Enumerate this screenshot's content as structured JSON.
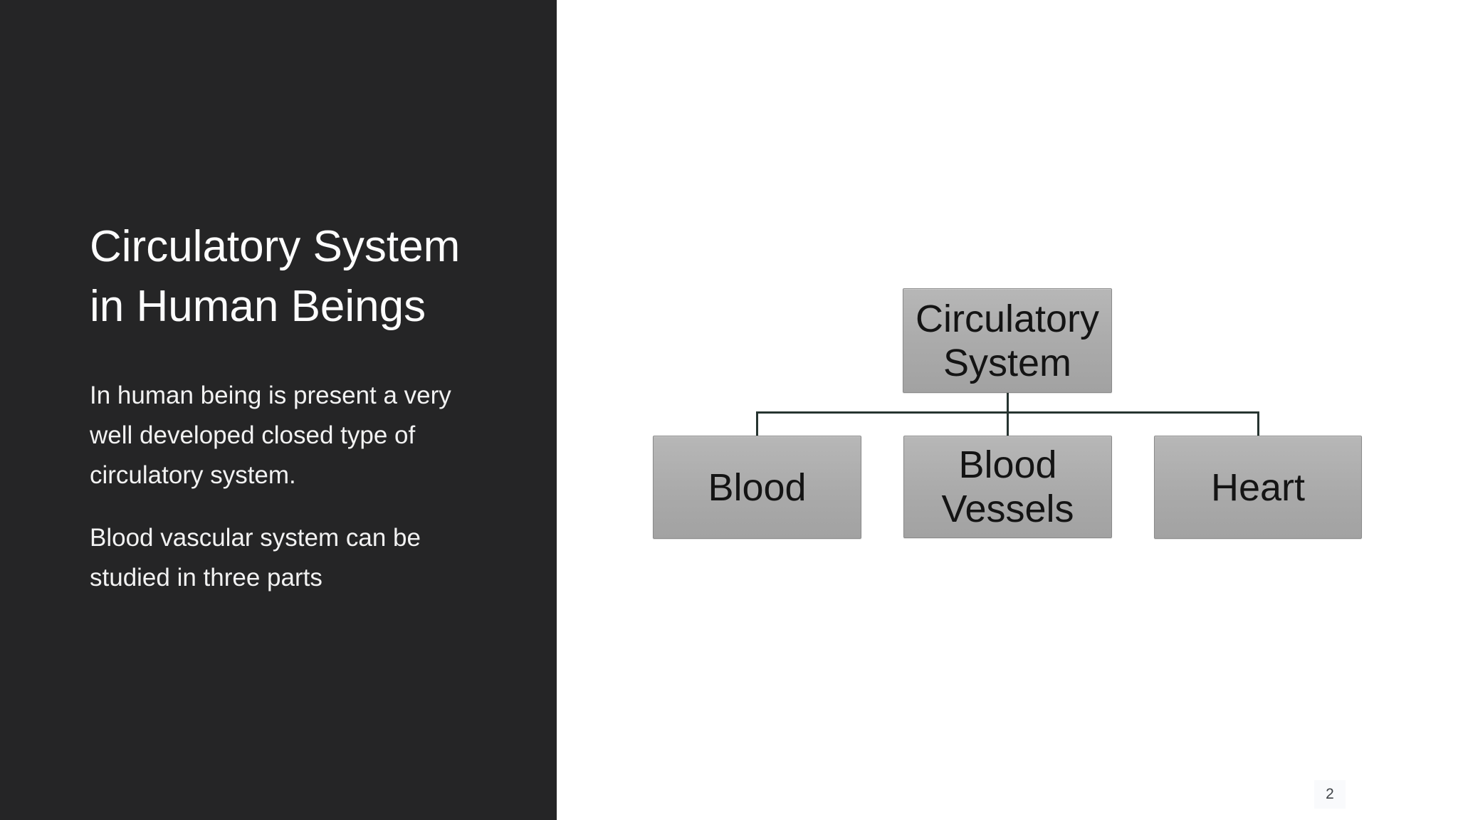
{
  "page": {
    "number": "2"
  },
  "left_panel": {
    "title": "Circulatory System in Human Beings",
    "paragraphs": [
      "In human being is present a very well developed closed type of circulatory system.",
      "Blood vascular system can be studied in three parts"
    ]
  },
  "diagram": {
    "type": "org-chart",
    "root": {
      "label": "Circulatory System"
    },
    "children": [
      {
        "label": "Blood"
      },
      {
        "label": "Blood Vessels"
      },
      {
        "label": "Heart"
      }
    ]
  },
  "colors": {
    "panel_background": "#252526",
    "slide_background": "#ffffff",
    "node_fill_top": "#b7b7b7",
    "node_fill_bottom": "#a2a2a2",
    "node_border": "#8a8a8a",
    "connector": "#263430",
    "title_text": "#fdfdfd",
    "body_text": "#f2f2f2",
    "node_text": "#141414",
    "page_number_text": "#3f4347"
  }
}
